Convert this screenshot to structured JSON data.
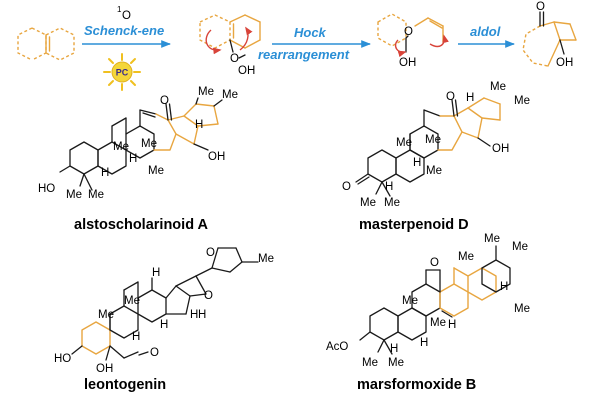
{
  "steps": {
    "singlet_oxygen": "O",
    "singlet_oxygen_sup": "1",
    "schenck": "Schenck-ene",
    "photocatalyst": "PC",
    "hock_1": "Hock",
    "hock_2": "rearrangement",
    "aldol": "aldol"
  },
  "atoms": {
    "o": "O",
    "oh": "OH",
    "ho": "HO",
    "h": "H",
    "me": "Me",
    "aco": "AcO"
  },
  "compounds": {
    "a": "alstoscholarinoid A",
    "b": "masterpenoid D",
    "c": "leontogenin",
    "d": "marsformoxide B"
  },
  "colors": {
    "step_text": "#2b8fd6",
    "highlight": "#e8a640",
    "electron_arrow": "#d8443a",
    "pc_disk": "#f4d63a"
  }
}
